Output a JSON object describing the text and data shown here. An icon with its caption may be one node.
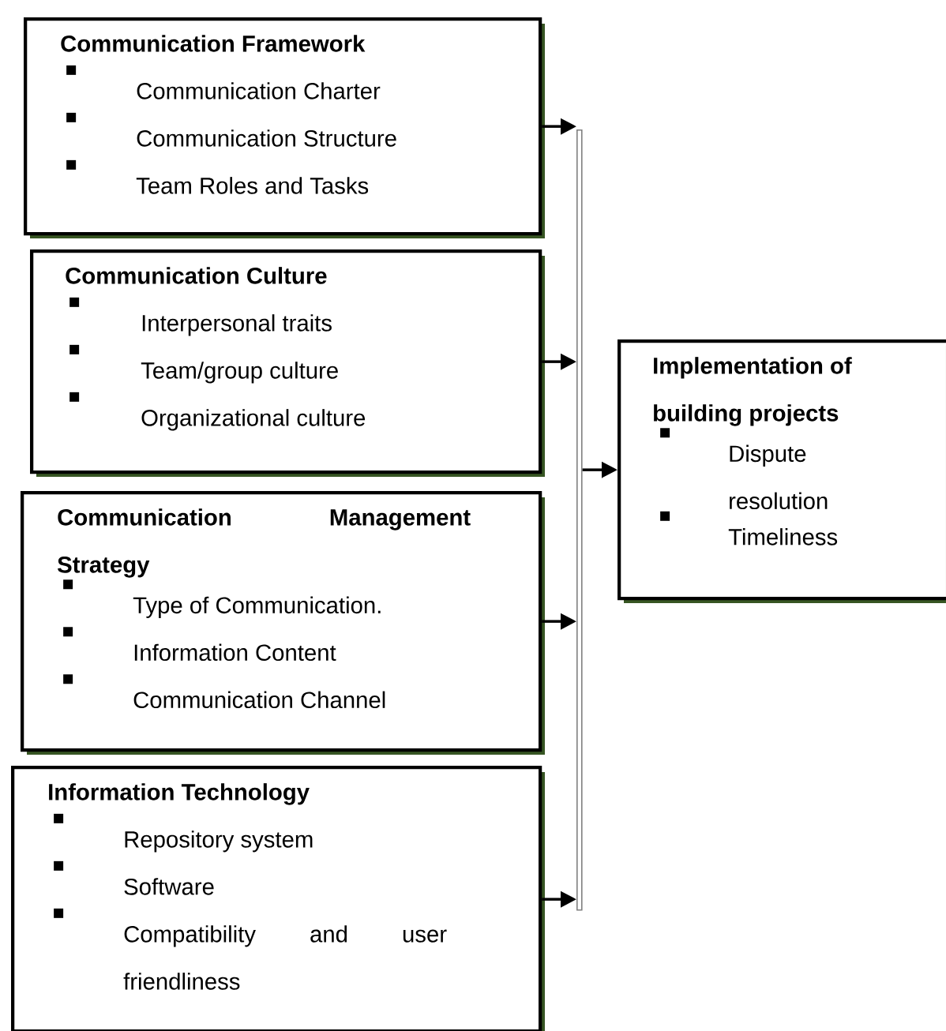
{
  "diagram": {
    "nodes": [
      {
        "text": [
          "Communication Framework",
          "Communication Charter",
          "Communication Structure",
          "Team Roles and Tasks"
        ]
      },
      {
        "text": [
          "Communication Culture",
          "Interpersonal traits",
          "Team/group culture",
          "Organizational culture"
        ]
      },
      {
        "text": [
          "Communication Management Strategy",
          "Type of Communication.",
          "Information Content",
          "Communication Channel"
        ]
      },
      {
        "text": [
          "Information Technology",
          "Repository system",
          "Software",
          "Compatibility and user friendliness"
        ]
      },
      {
        "text": [],
        "shape": "bar"
      },
      {
        "text": [
          "Implementation of building projects",
          "Dispute resolution",
          "Timeliness"
        ]
      }
    ],
    "edges": [
      {
        "from": 0,
        "to": 4,
        "arrow": "to"
      },
      {
        "from": 1,
        "to": 4,
        "arrow": "to"
      },
      {
        "from": 2,
        "to": 4,
        "arrow": "to"
      },
      {
        "from": 3,
        "to": 4,
        "arrow": "to"
      },
      {
        "from": 4,
        "to": 5,
        "arrow": "to"
      }
    ]
  }
}
